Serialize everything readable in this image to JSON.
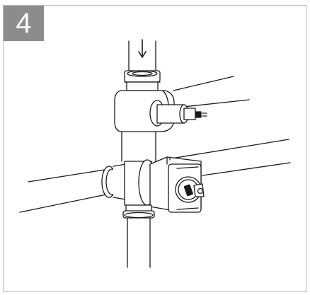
{
  "step": {
    "number": "4",
    "badge_color": "#8c8c8c",
    "frame_color": "#b9b9b9"
  },
  "illustration": {
    "subject": "shower-valve-body-installation",
    "parts": [
      "inlet-pipe",
      "flow-direction-arrow",
      "valve-body",
      "side-pipe",
      "cartridge",
      "thermostatic-module",
      "control-knob",
      "outlet-pipe"
    ],
    "line_color": "#1a1a1a"
  }
}
